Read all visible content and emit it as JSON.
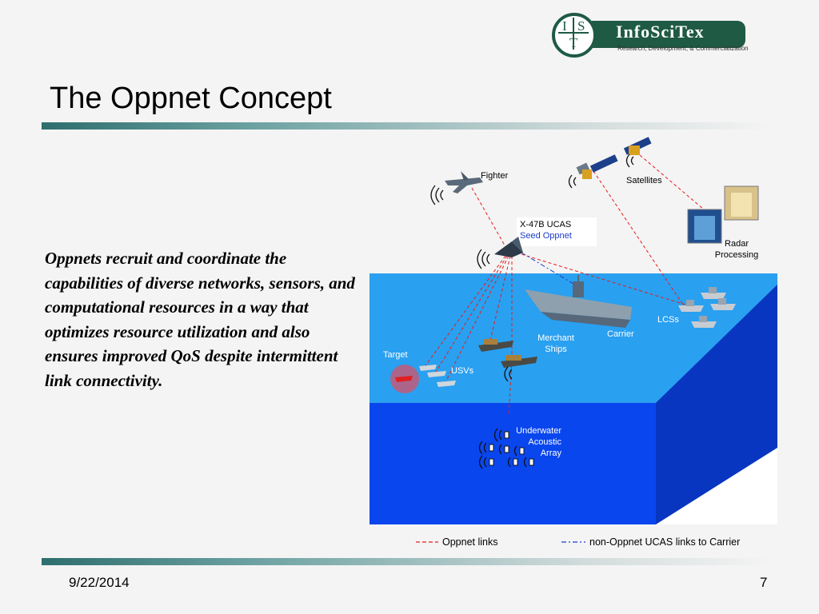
{
  "logo": {
    "letters": [
      "I",
      "S",
      "T"
    ],
    "name": "InfoSciTex",
    "tagline": "Research, Development, & Commercialization"
  },
  "title": "The Oppnet Concept",
  "body_text": "Oppnets recruit and coordinate the capabilities of diverse networks, sensors, and computational resources in a way that optimizes resource utilization and also ensures improved QoS despite intermittent link connectivity.",
  "diagram": {
    "labels": {
      "fighter": "Fighter",
      "satellites": "Satellites",
      "ucas_line1": "X-47B UCAS",
      "ucas_line2": "Seed Oppnet",
      "radar_line1": "Radar",
      "radar_line2": "Processing",
      "target": "Target",
      "usvs": "USVs",
      "merchant_line1": "Merchant",
      "merchant_line2": "Ships",
      "carrier": "Carrier",
      "lcss": "LCSs",
      "array_line1": "Underwater",
      "array_line2": "Acoustic",
      "array_line3": "Array"
    },
    "legend": {
      "oppnet": "Oppnet links",
      "non_oppnet": "non-Oppnet UCAS links to Carrier"
    },
    "colors": {
      "oppnet_link": "#e81c1c",
      "non_oppnet_link": "#1a3cc8",
      "ocean_surface": "#2aa0f0",
      "ocean_deep": "#0a46ee"
    }
  },
  "footer": {
    "date": "9/22/2014",
    "page": "7"
  }
}
